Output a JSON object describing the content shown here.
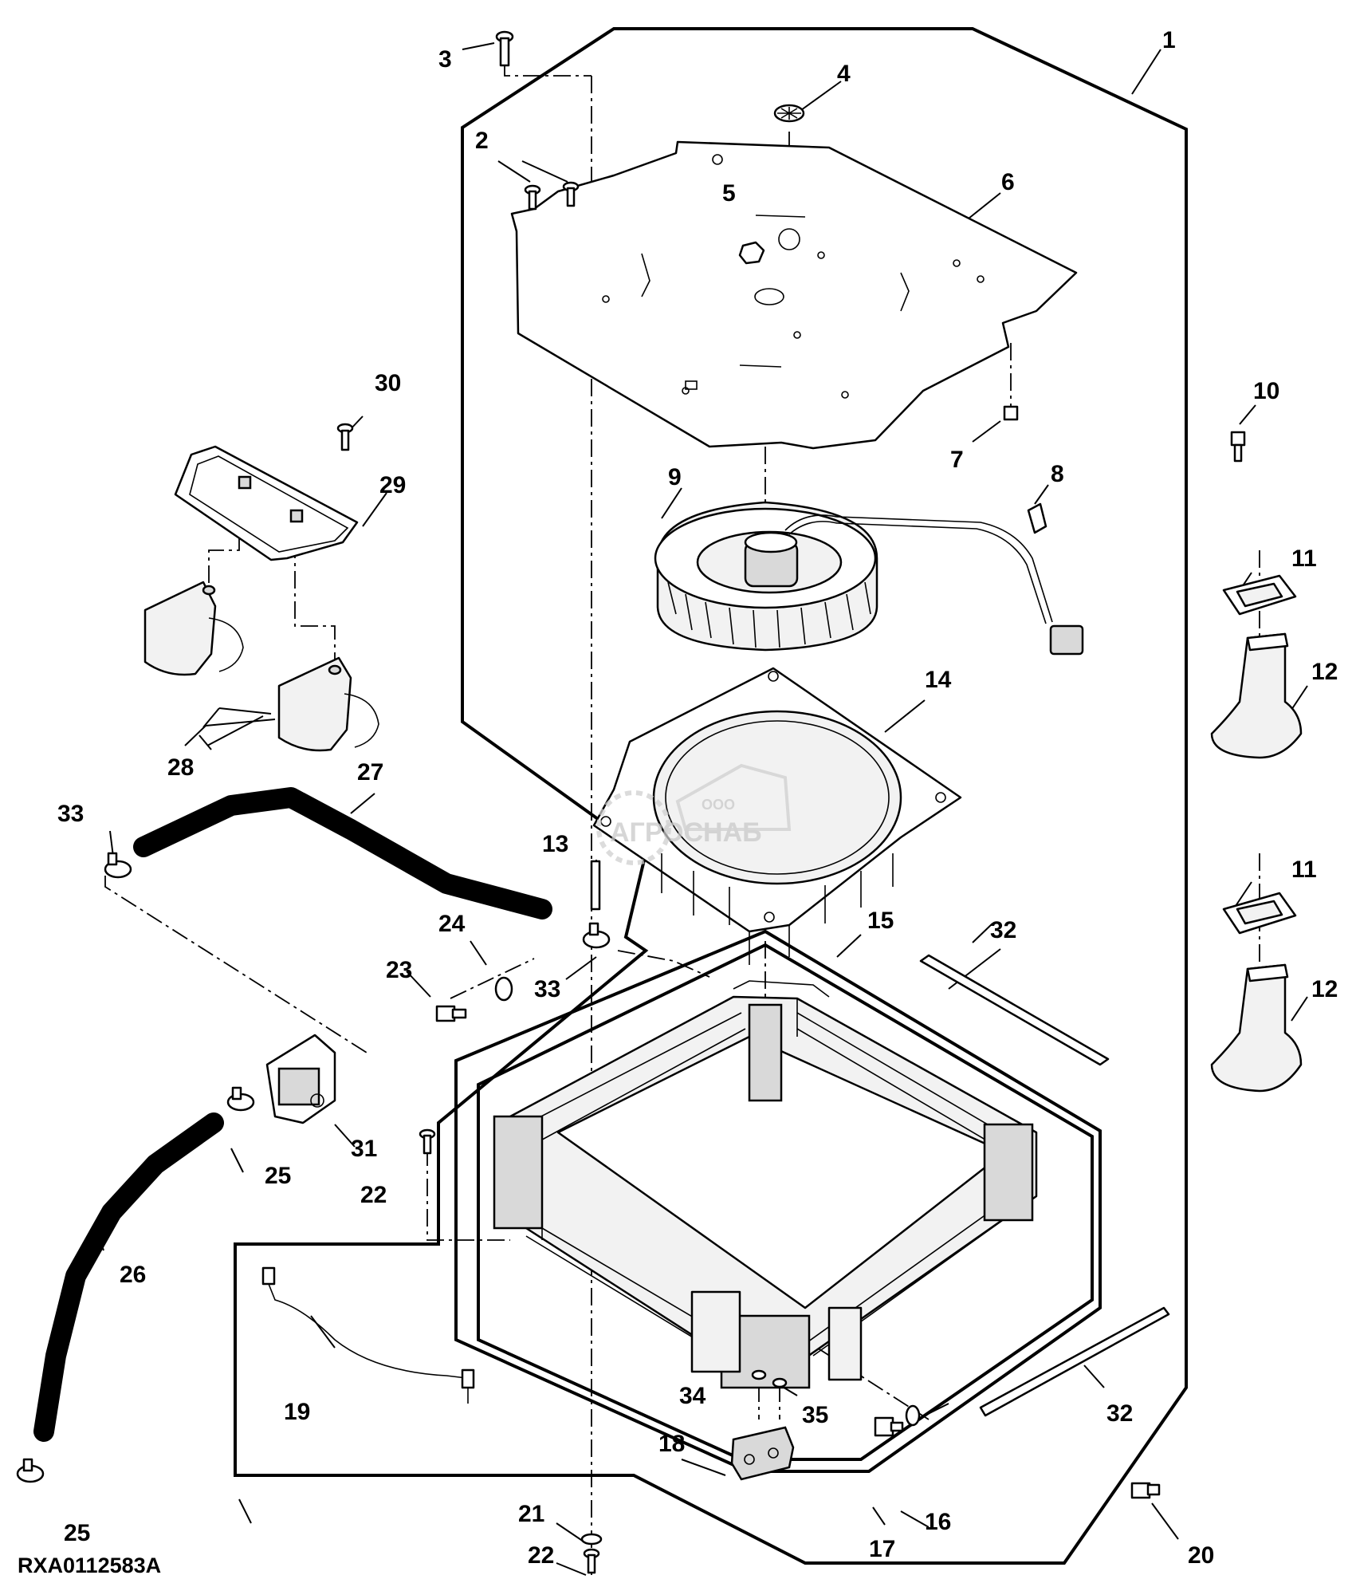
{
  "figure_id": "RXA0112583A",
  "watermark": {
    "top_text": "ООО",
    "main_text": "АГРОСНАБ"
  },
  "callouts": {
    "c1": "1",
    "c2": "2",
    "c3": "3",
    "c4": "4",
    "c5": "5",
    "c6": "6",
    "c7": "7",
    "c8": "8",
    "c9": "9",
    "c10": "10",
    "c11a": "11",
    "c11b": "11",
    "c12a": "12",
    "c12b": "12",
    "c13": "13",
    "c14": "14",
    "c15": "15",
    "c16": "16",
    "c17": "17",
    "c18": "18",
    "c19": "19",
    "c20": "20",
    "c21": "21",
    "c22a": "22",
    "c22b": "22",
    "c23": "23",
    "c24": "24",
    "c25a": "25",
    "c25b": "25",
    "c26": "26",
    "c27": "27",
    "c28": "28",
    "c29": "29",
    "c30": "30",
    "c31": "31",
    "c32a": "32",
    "c32b": "32",
    "c33a": "33",
    "c33b": "33",
    "c34": "34",
    "c35": "35"
  }
}
